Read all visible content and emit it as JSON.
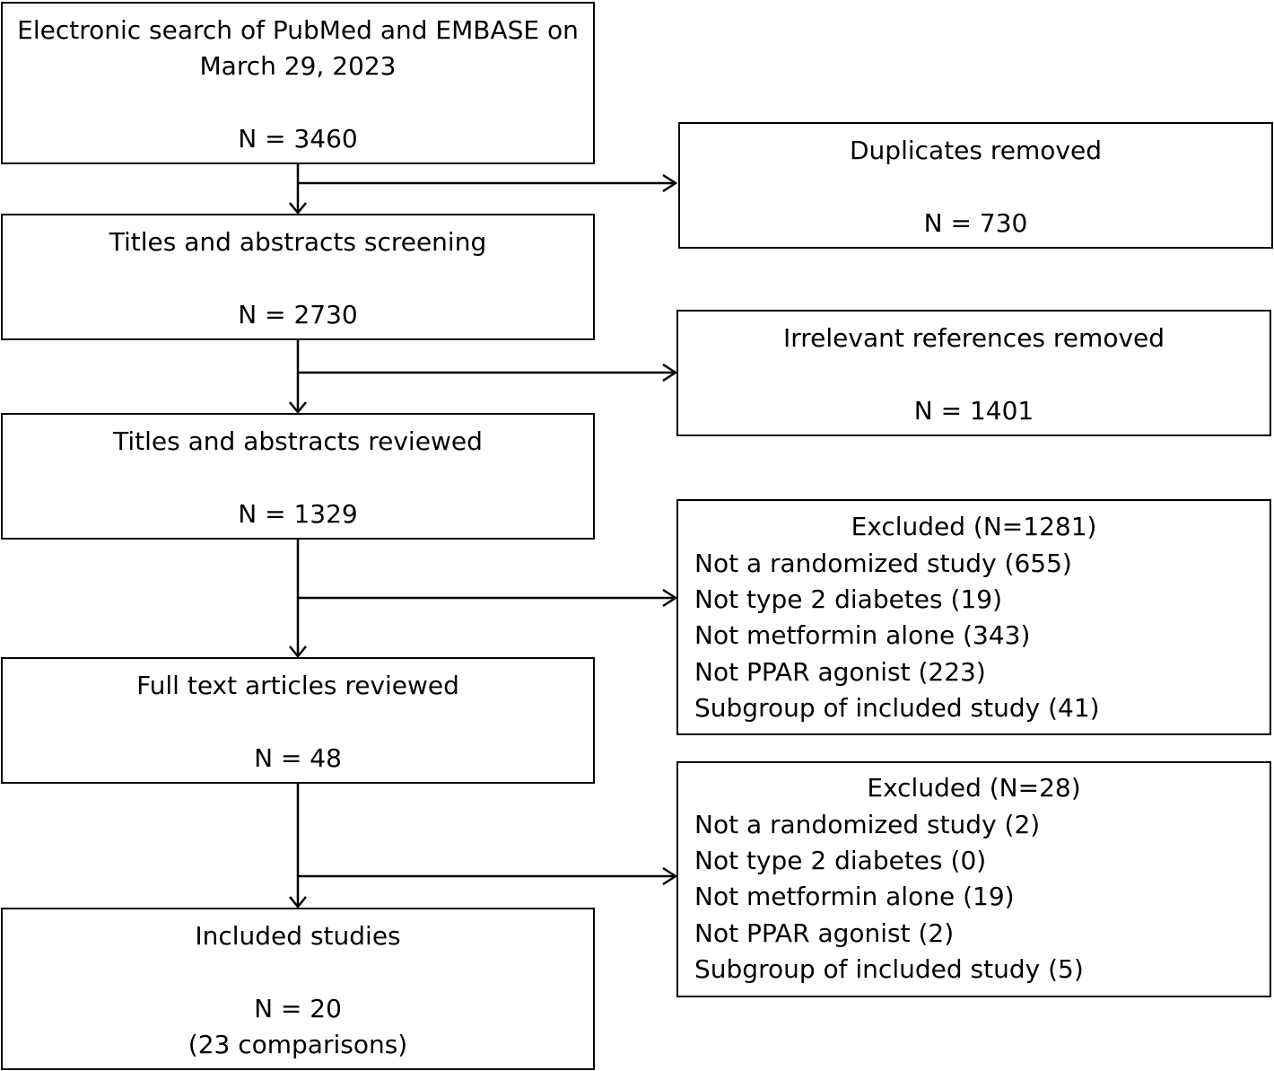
{
  "flow": {
    "search": {
      "line1": "Electronic search of PubMed and EMBASE on",
      "line2": "March 29, 2023",
      "count": "N = 3460"
    },
    "screening": {
      "title": "Titles and abstracts screening",
      "count": "N = 2730"
    },
    "reviewed": {
      "title": "Titles and abstracts reviewed",
      "count": "N = 1329"
    },
    "fulltext": {
      "title": "Full text articles reviewed",
      "count": "N = 48"
    },
    "included": {
      "title": "Included studies",
      "count": "N = 20",
      "note": "(23 comparisons)"
    }
  },
  "side": {
    "duplicates": {
      "title": "Duplicates removed",
      "count": "N = 730"
    },
    "irrelevant": {
      "title": "Irrelevant references removed",
      "count": "N = 1401"
    },
    "excluded1": {
      "title": "Excluded (N=1281)",
      "items": [
        "Not a randomized study (655)",
        "Not type 2 diabetes (19)",
        "Not metformin alone (343)",
        "Not PPAR agonist (223)",
        "Subgroup of included study (41)"
      ]
    },
    "excluded2": {
      "title": "Excluded (N=28)",
      "items": [
        "Not a randomized study (2)",
        "Not type 2 diabetes (0)",
        "Not metformin alone (19)",
        "Not PPAR agonist (2)",
        "Subgroup of included study (5)"
      ]
    }
  }
}
